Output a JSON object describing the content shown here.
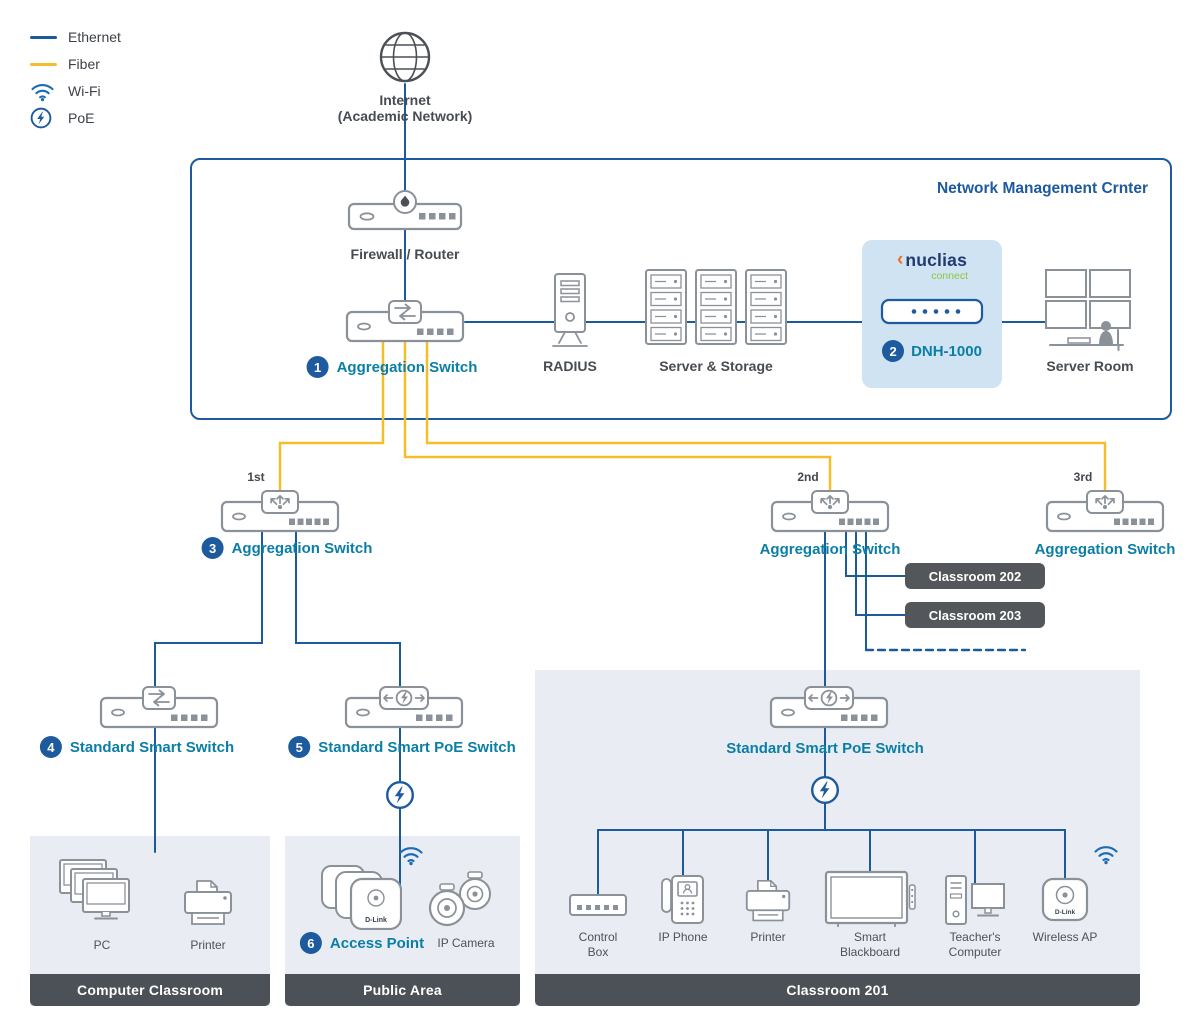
{
  "colors": {
    "ethernet_line": "#1b5a9b",
    "fiber_line": "#f2bf2a",
    "accent_teal": "#0b7ea6",
    "badge_blue": "#1d5a9e",
    "zone_bg": "#e9edf3",
    "footer_bg": "#4b5157",
    "tag_bg": "#53575c",
    "icon_gray": "#8b9198",
    "wifi_blue": "#1b6db5",
    "nuclias_navy": "#223a70",
    "nuclias_green": "#8ec63f",
    "nuclias_orange": "#f26c21",
    "dnh_panel_bg": "#cfe3f2"
  },
  "legend": {
    "ethernet": "Ethernet",
    "fiber": "Fiber",
    "wifi": "Wi-Fi",
    "poe": "PoE"
  },
  "internet": {
    "line1": "Internet",
    "line2": "(Academic Network)"
  },
  "nmc": {
    "title": "Network Management Crnter",
    "firewall_label": "Firewall / Router",
    "agg_switch": {
      "badge": "1",
      "label": "Aggregation Switch"
    },
    "radius_label": "RADIUS",
    "servers_label": "Server & Storage",
    "nuclias": {
      "brand": "nuclias",
      "sub": "connect"
    },
    "dnh": {
      "badge": "2",
      "label": "DNH-1000"
    },
    "server_room_label": "Server Room"
  },
  "tier2": {
    "s1": {
      "tier": "1st",
      "badge": "3",
      "label": "Aggregation Switch"
    },
    "s2": {
      "tier": "2nd",
      "label": "Aggregation Switch"
    },
    "s3": {
      "tier": "3rd",
      "label": "Aggregation Switch"
    },
    "tag_202": "Classroom 202",
    "tag_203": "Classroom 203"
  },
  "tier3": {
    "smart_switch": {
      "badge": "4",
      "label": "Standard Smart Switch"
    },
    "poe_switch": {
      "badge": "5",
      "label": "Standard Smart PoE Switch"
    },
    "classroom_poe_switch": {
      "label": "Standard Smart PoE Switch"
    }
  },
  "zones": {
    "computer_classroom": {
      "footer": "Computer Classroom",
      "pc_label": "PC",
      "printer_label": "Printer"
    },
    "public_area": {
      "footer": "Public Area",
      "access_point": {
        "badge": "6",
        "label": "Access Point"
      },
      "camera_label": "IP Camera",
      "ap_brand": "D-Link"
    },
    "classroom201": {
      "footer": "Classroom 201",
      "ap_brand": "D-Link",
      "devices": [
        {
          "line1": "Control",
          "line2": "Box"
        },
        {
          "line1": "IP Phone",
          "line2": ""
        },
        {
          "line1": "Printer",
          "line2": ""
        },
        {
          "line1": "Smart",
          "line2": "Blackboard"
        },
        {
          "line1": "Teacher's",
          "line2": "Computer"
        },
        {
          "line1": "Wireless AP",
          "line2": ""
        }
      ]
    }
  }
}
